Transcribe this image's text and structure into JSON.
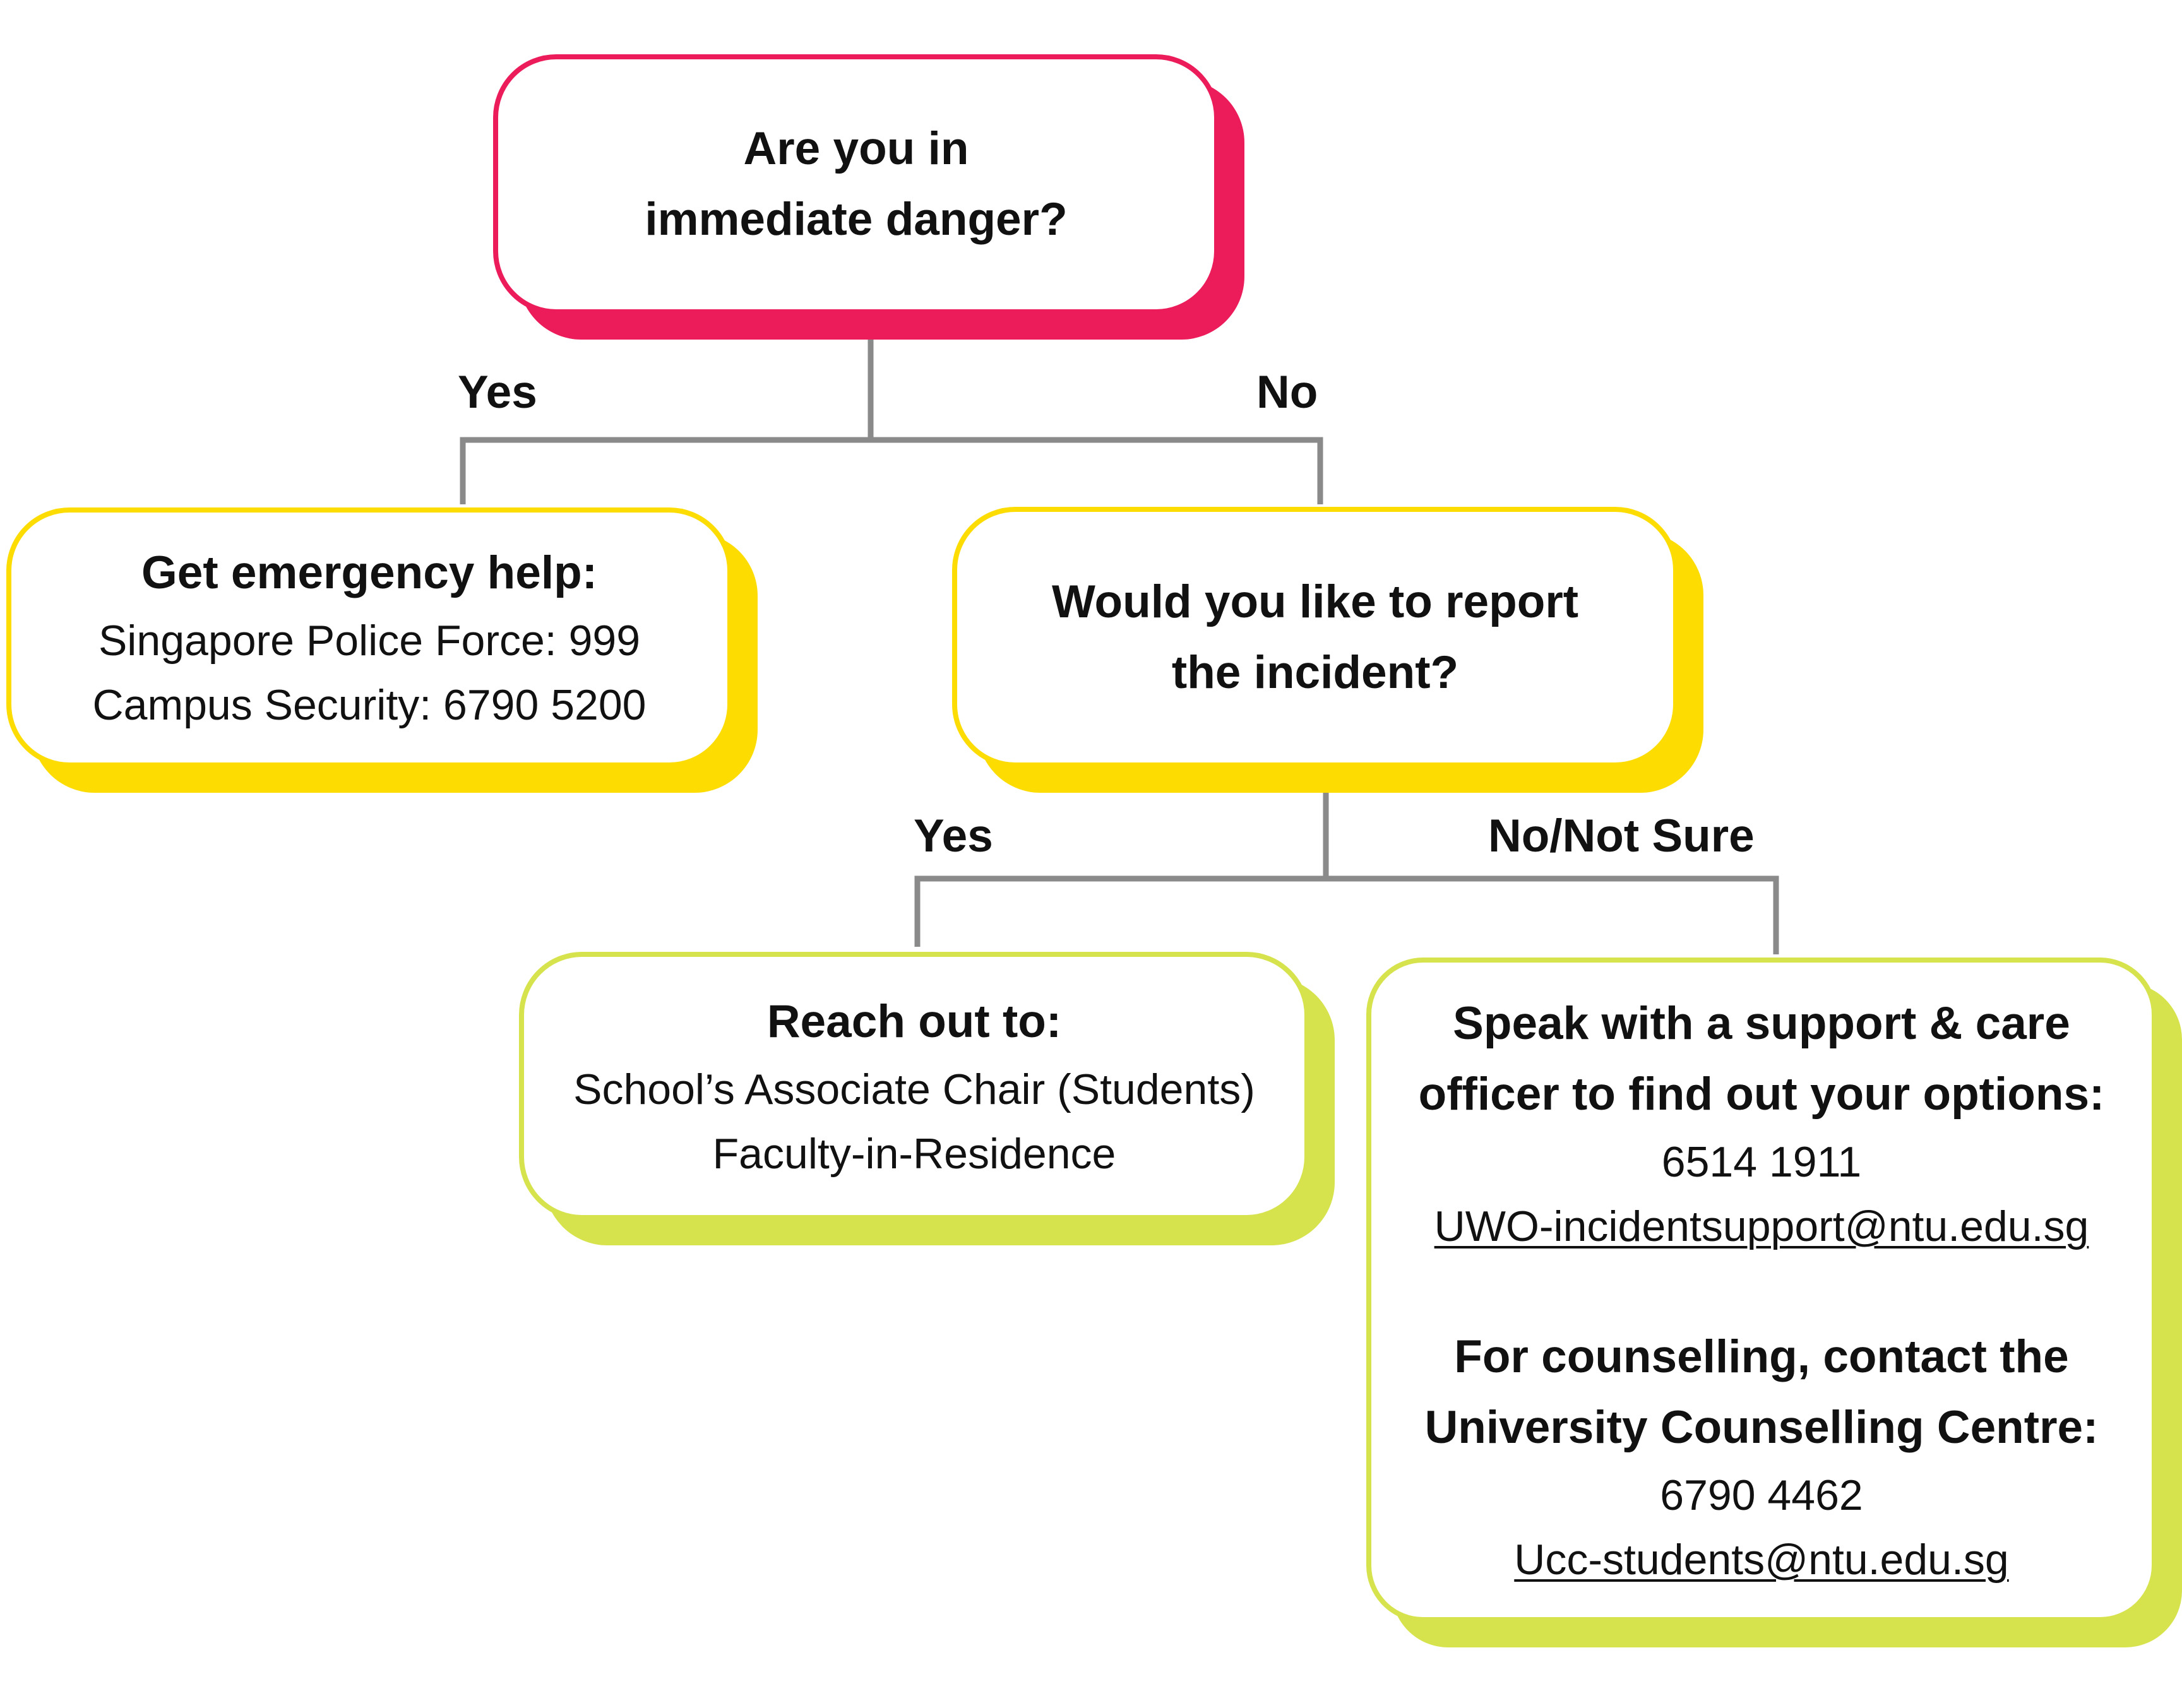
{
  "colors": {
    "pink": "#ec1c5b",
    "yellow": "#fddc02",
    "lime": "#d6e34c",
    "connector": "#8a8a8a"
  },
  "nodes": {
    "danger": {
      "lines": [
        "Are you in",
        "immediate danger?"
      ]
    },
    "emergency": {
      "title": "Get emergency help:",
      "police": "Singapore Police Force: 999",
      "campus": "Campus Security: 6790 5200"
    },
    "report": {
      "lines": [
        "Would you like to report",
        "the incident?"
      ]
    },
    "reach": {
      "title": "Reach out to:",
      "associate_chair": "School’s Associate Chair (Students)",
      "faculty": "Faculty-in-Residence"
    },
    "support": {
      "title_lines": [
        "Speak with a support & care",
        "officer to find out your options:"
      ],
      "phone": "6514 1911",
      "email": "UWO-incidentsupport@ntu.edu.sg",
      "counselling_lines": [
        "For counselling, contact the",
        "University Counselling Centre:"
      ],
      "counselling_phone": "6790 4462",
      "counselling_email": "Ucc-students@ntu.edu.sg"
    }
  },
  "branches": {
    "danger_yes": "Yes",
    "danger_no": "No",
    "report_yes": "Yes",
    "report_no": "No/Not Sure"
  }
}
